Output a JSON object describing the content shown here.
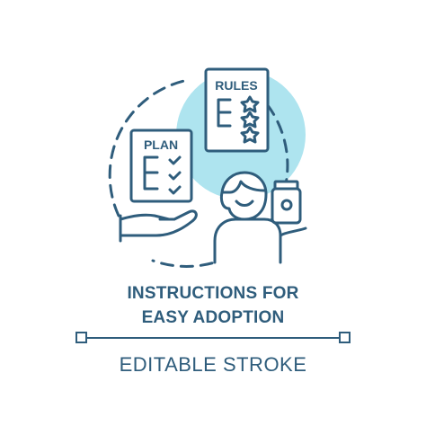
{
  "title": {
    "line1": "INSTRUCTIONS FOR",
    "line2": "EASY ADOPTION"
  },
  "subtitle": "EDITABLE STROKE",
  "icon": {
    "rules_label": "RULES",
    "plan_label": "PLAN",
    "name": "instructions-for-easy-adoption-icon"
  },
  "colors": {
    "stroke": "#2f5d7c",
    "accent": "#aee4ef",
    "background": "#ffffff"
  }
}
